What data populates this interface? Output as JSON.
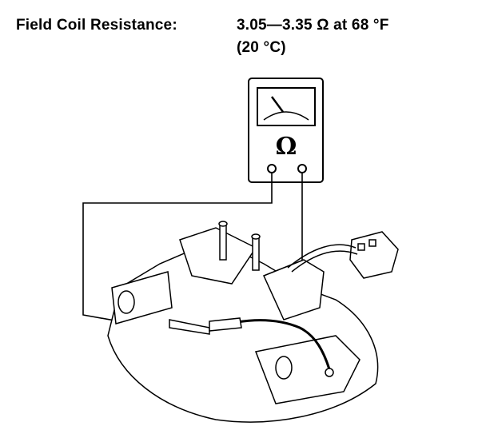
{
  "spec": {
    "label": "Field Coil Resistance:",
    "value": "3.05—3.35 Ω at 68 °F",
    "value_line2": "(20 °C)"
  },
  "meter": {
    "symbol": "Ω",
    "icon": "ohmmeter-icon"
  },
  "colors": {
    "ink": "#000000",
    "paper": "#ffffff"
  }
}
